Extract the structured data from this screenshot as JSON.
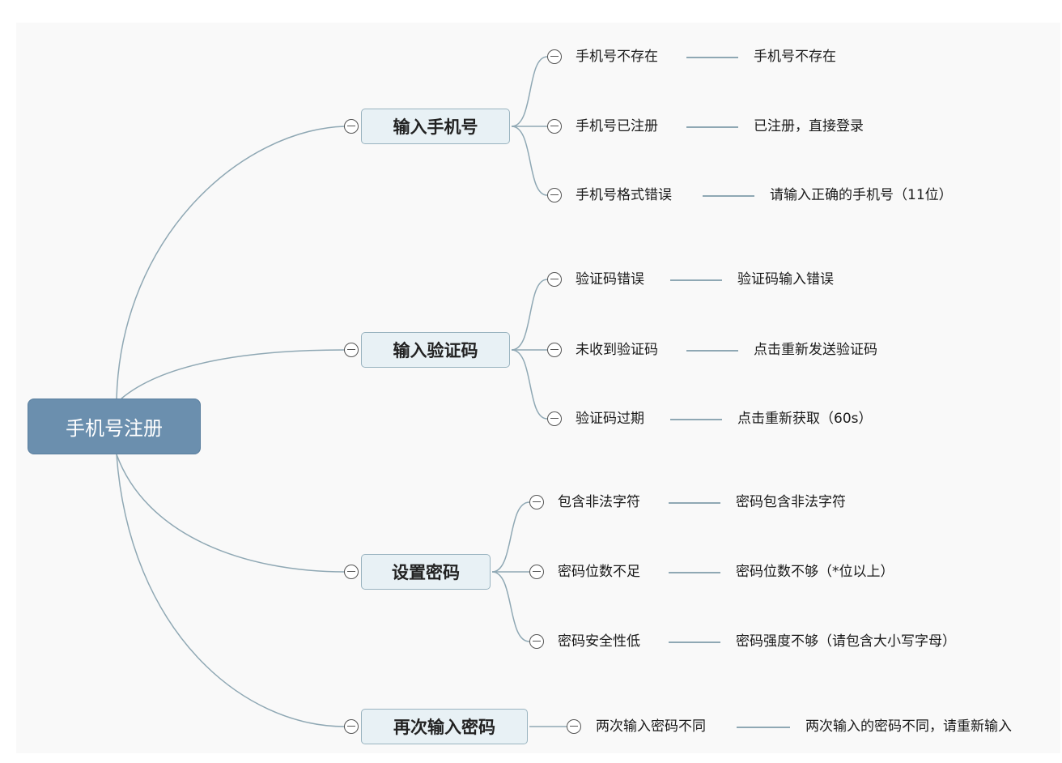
{
  "root": {
    "label": "手机号注册"
  },
  "branches": [
    {
      "label": "输入手机号",
      "children": [
        {
          "label": "手机号不存在",
          "result": "手机号不存在"
        },
        {
          "label": "手机号已注册",
          "result": "已注册，直接登录"
        },
        {
          "label": "手机号格式错误",
          "result": "请输入正确的手机号（11位）"
        }
      ]
    },
    {
      "label": "输入验证码",
      "children": [
        {
          "label": "验证码错误",
          "result": "验证码输入错误"
        },
        {
          "label": "未收到验证码",
          "result": "点击重新发送验证码"
        },
        {
          "label": "验证码过期",
          "result": "点击重新获取（60s）"
        }
      ]
    },
    {
      "label": "设置密码",
      "children": [
        {
          "label": "包含非法字符",
          "result": "密码包含非法字符"
        },
        {
          "label": "密码位数不足",
          "result": "密码位数不够（*位以上）"
        },
        {
          "label": "密码安全性低",
          "result": "密码强度不够（请包含大小写字母）"
        }
      ]
    },
    {
      "label": "再次输入密码",
      "children": [
        {
          "label": "两次输入密码不同",
          "result": "两次输入的密码不同，请重新输入"
        }
      ]
    }
  ],
  "colors": {
    "root": "#6b8fae",
    "branch_fill": "#e8f1f5",
    "line": "#8fa8b4"
  }
}
